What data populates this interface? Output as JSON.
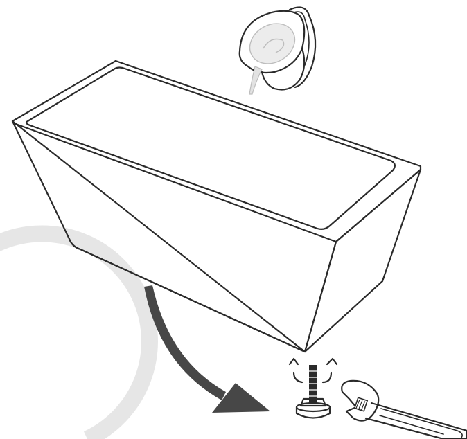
{
  "figure": {
    "type": "instruction-illustration",
    "steps": [
      {
        "action": "pour-water",
        "icon": "pitcher-icon"
      },
      {
        "action": "rotate-and-adjust-leveling-foot",
        "icons": [
          "rotate-arrows-icon",
          "wrench-icon"
        ]
      }
    ],
    "colors": {
      "line": "#2a2a2a",
      "background": "#ffffff",
      "arc": "#e6e6e6",
      "arrow": "#474747",
      "water": "#d8d8d8"
    }
  }
}
